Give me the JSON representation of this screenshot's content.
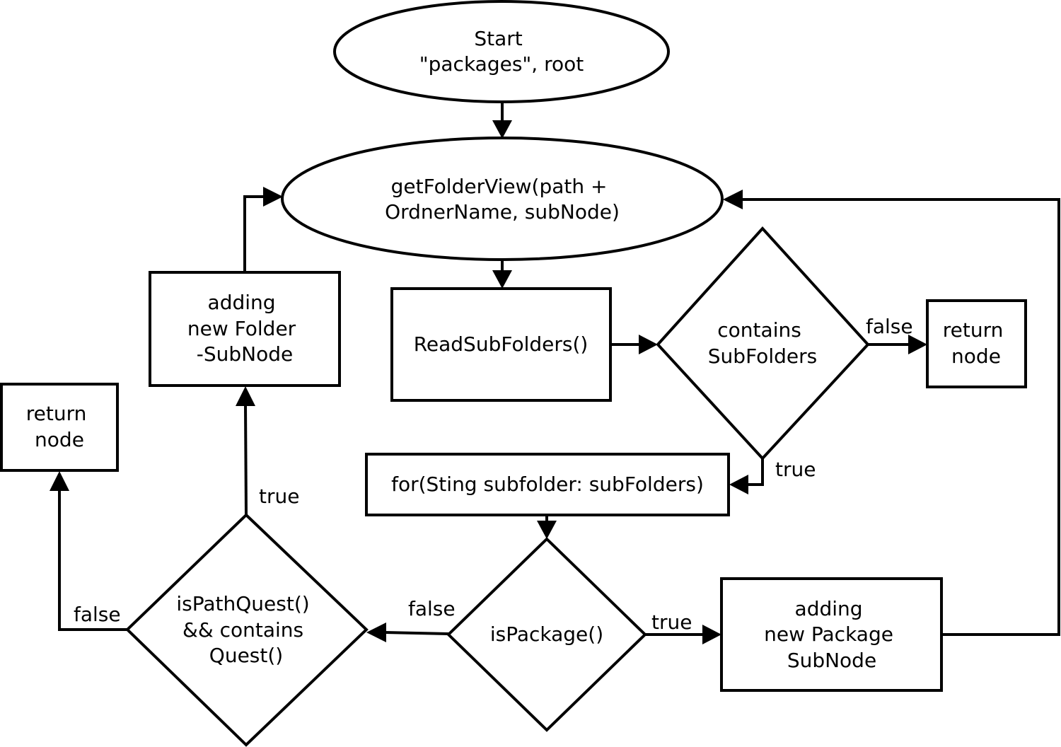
{
  "nodes": {
    "start": {
      "lines": [
        "Start",
        "\"packages\", root"
      ]
    },
    "get_folder_view": {
      "lines": [
        "getFolderView(path +",
        "OrdnerName, subNode)"
      ]
    },
    "read_sub_folders": {
      "lines": [
        "ReadSubFolders()"
      ]
    },
    "contains_sub_folders": {
      "lines": [
        "contains",
        "SubFolders"
      ]
    },
    "return_node_right": {
      "lines": [
        "return",
        "node"
      ]
    },
    "for_loop": {
      "lines": [
        "for(Sting subfolder: subFolders)"
      ]
    },
    "is_package": {
      "lines": [
        "isPackage()"
      ]
    },
    "adding_package": {
      "lines": [
        "adding",
        "new Package",
        "SubNode"
      ]
    },
    "is_path_quest": {
      "lines": [
        "isPathQuest()",
        "&& contains",
        "Quest()"
      ]
    },
    "adding_folder": {
      "lines": [
        "adding",
        "new Folder",
        "-SubNode"
      ]
    },
    "return_node_left": {
      "lines": [
        "return",
        "node"
      ]
    }
  },
  "edge_labels": {
    "contains_false": "false",
    "contains_true": "true",
    "package_true": "true",
    "package_false": "false",
    "pathquest_true": "true",
    "pathquest_false": "false"
  }
}
